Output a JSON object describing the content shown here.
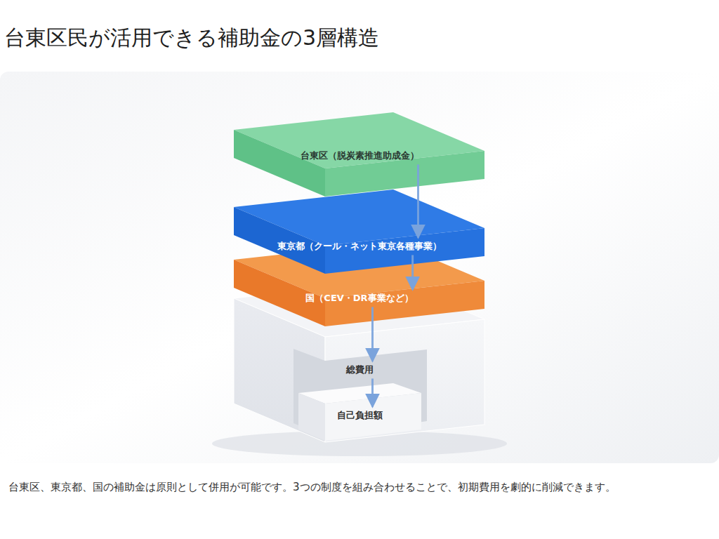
{
  "diagram": {
    "title": "台東区民が活用できる補助金の3層構造",
    "caption": "台東区、東京都、国の補助金は原則として併用が可能です。3つの制度を組み合わせることで、初期費用を劇的に削減できます。",
    "nodes": [
      {
        "text": [
          "台東区（脱炭素推進助成金）"
        ]
      },
      {
        "text": [
          "東京都（クール・ネット東京各種事業）"
        ]
      },
      {
        "text": [
          "国（CEV・DR事業など）"
        ]
      },
      {
        "text": [
          "総費用"
        ]
      },
      {
        "text": [
          "自己負担額"
        ]
      }
    ],
    "edges": [
      {
        "from": 0,
        "to": 1,
        "arrow": "to"
      },
      {
        "from": 1,
        "to": 2,
        "arrow": "to"
      },
      {
        "from": 2,
        "to": 3,
        "arrow": "to"
      },
      {
        "from": 3,
        "to": 4,
        "arrow": "to"
      }
    ]
  }
}
